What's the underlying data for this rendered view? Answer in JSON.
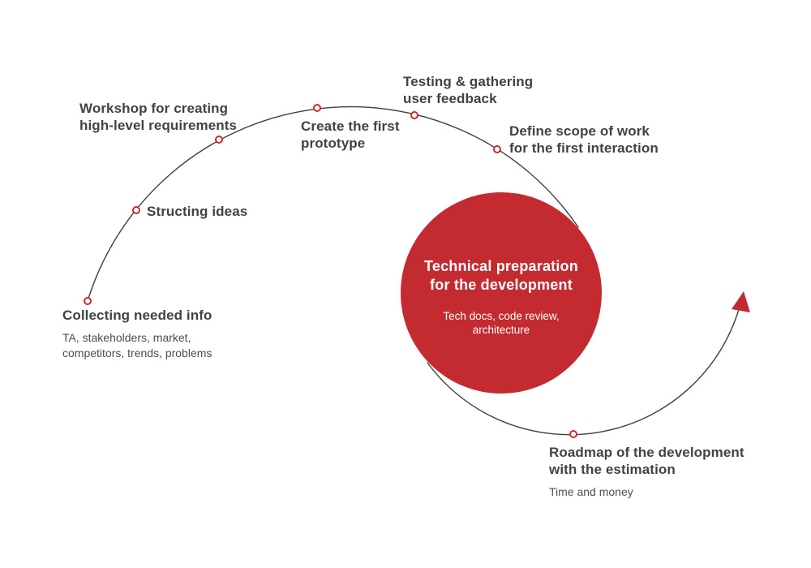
{
  "palette": {
    "accent_red": "#c42b30",
    "marker_ring_red": "#cc2b31",
    "curve_line_gray": "#3f3f3f",
    "heading_text": "#3f4347",
    "muted_text": "#4a4e53",
    "background": "#ffffff",
    "bubble_text": "#ffffff"
  },
  "diagram": {
    "steps": [
      {
        "title": "Collecting needed info",
        "subtitle": "TA, stakeholders, market,\ncompetitors, trends, problems"
      },
      {
        "title": "Structing ideas"
      },
      {
        "title": "Workshop for creating\nhigh-level requirements"
      },
      {
        "title": "Create the first\nprototype"
      },
      {
        "title": "Testing & gathering\nuser feedback"
      },
      {
        "title": "Define scope of work\nfor the first interaction"
      },
      {
        "title": "Technical preparation\nfor the development",
        "subtitle": "Tech docs, code review,\narchitecture"
      },
      {
        "title": "Roadmap of the development\nwith the estimation",
        "subtitle": "Time and money"
      }
    ]
  }
}
